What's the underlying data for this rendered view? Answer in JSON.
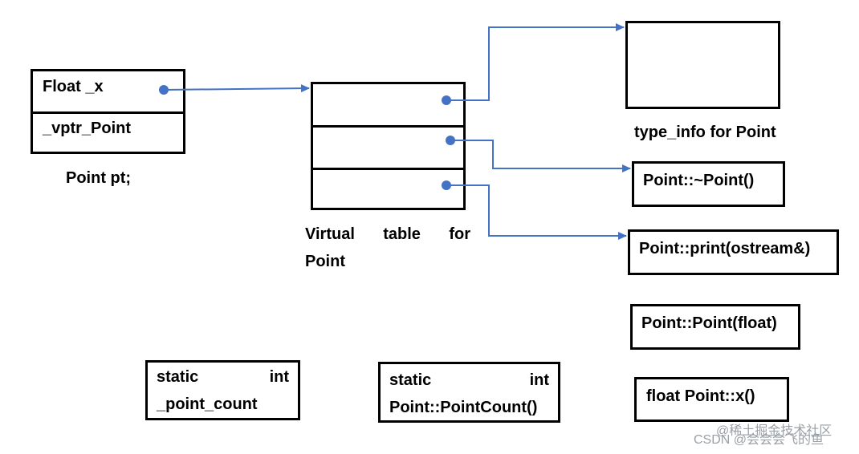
{
  "colors": {
    "connector": "#4472C4",
    "box_border": "#000000",
    "text": "#000000",
    "watermark": "#9aa0a6"
  },
  "object": {
    "field_x": "Float _x",
    "field_vptr": "_vptr_Point",
    "caption": "Point pt;"
  },
  "vtable": {
    "caption_words": [
      "Virtual",
      "table",
      "for"
    ],
    "caption_line2": "Point"
  },
  "type_info": {
    "caption": "type_info for Point"
  },
  "functions": {
    "destructor": "Point::~Point()",
    "print": "Point::print(ostream&)",
    "constructor": "Point::Point(float)",
    "getter": "float Point::x()"
  },
  "statics": {
    "member": {
      "words": [
        "static",
        "int"
      ],
      "name": "_point_count"
    },
    "method": {
      "words": [
        "static",
        "int"
      ],
      "name": "Point::PointCount()"
    }
  },
  "watermark": {
    "line1": "@稀土掘金技术社区",
    "line2": "CSDN @会会会飞的鱼"
  }
}
